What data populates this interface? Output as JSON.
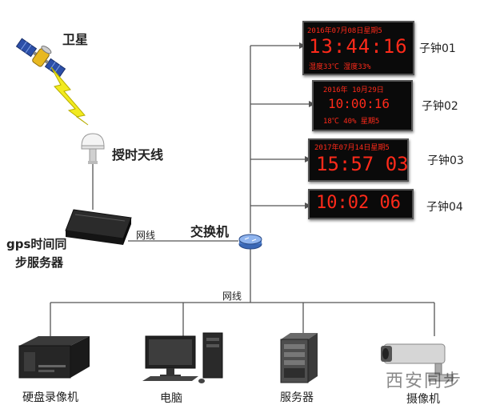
{
  "satellite": {
    "label": "卫星"
  },
  "antenna": {
    "label": "授时天线"
  },
  "gps_server": {
    "label_line1": "gps时间同",
    "label_line2": "步服务器"
  },
  "switch": {
    "label": "交换机"
  },
  "cable_labels": {
    "server_to_switch": "网线",
    "switch_to_devices": "网线"
  },
  "clocks": [
    {
      "label": "子钟01",
      "row1": "2016年07月08日星期5",
      "time": "13:44:16",
      "row3": "湿度33℃  湿度33%"
    },
    {
      "label": "子钟02",
      "row1": "2016年 10月29日",
      "time": "10:00:16",
      "row3": "18℃  40%  星期5"
    },
    {
      "label": "子钟03",
      "row1": "2017年07月14日星期5",
      "time": "15:57 03",
      "row3": ""
    },
    {
      "label": "子钟04",
      "row1": "",
      "time": "10:02 06",
      "row3": ""
    }
  ],
  "devices": [
    {
      "label": "硬盘录像机"
    },
    {
      "label": "电脑"
    },
    {
      "label": "服务器"
    },
    {
      "label": "摄像机"
    }
  ],
  "watermark": {
    "text": "西安同步"
  },
  "colors": {
    "led": "#ff2a1a",
    "line": "#555555"
  }
}
